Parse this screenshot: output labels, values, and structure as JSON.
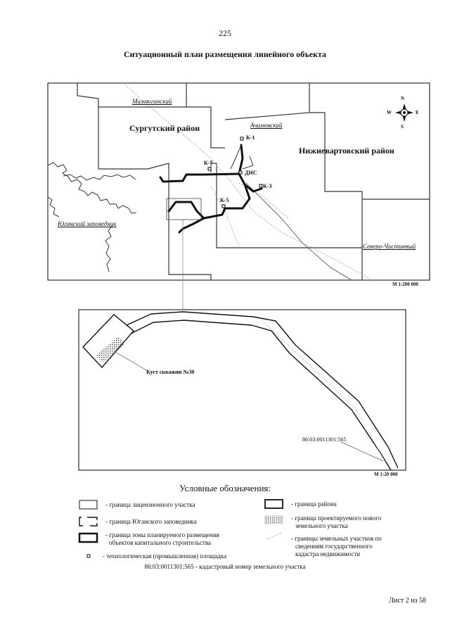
{
  "page_number": "225",
  "title": "Ситуационный план размещения линейного объекта",
  "overview_map": {
    "labels": {
      "maloyugansky": "Малоюганский",
      "surgutsky": "Сургутский район",
      "achimovsky": "Ачимовский",
      "nizhnevartovsky": "Нижневартовский район",
      "yugansky_reserve": "Юганский заповедник",
      "severo_chistinny": "Северо-Чистинный",
      "dns": "ДНС",
      "k1": "К-1",
      "k3": "К-3",
      "k5": "К-5",
      "k7": "К-7"
    },
    "compass": {
      "n": "N",
      "s": "S",
      "w": "W",
      "e": "E"
    },
    "scale": "М 1:200 000"
  },
  "detail_map": {
    "well_pad_label": "Куст скважин №30",
    "cadastral_label": "86:03:0011301:565",
    "scale": "М 1:20 000"
  },
  "legend": {
    "title": "Условные обозначения:",
    "items": {
      "license": "- граница лицензионного участка",
      "reserve": "- граница Юганского заповедника",
      "zone_line1": "- граница зоны планируемого размещения",
      "zone_line2": "объектов капитального строительства",
      "platform": "- технологическая (промышленная) площадка",
      "district": "- граница района",
      "new_plot_line1": "- граница проектируемого нового",
      "new_plot_line2": "земельного участка",
      "plots_line1": "- границы земельных участков по",
      "plots_line2": "сведениям государственного",
      "plots_line3": "кадастра недвижимости"
    },
    "cadastral_note": "86:03:0011301:565 - кадастровый номер земельного участка"
  },
  "sheet": "Лист 2 из 58"
}
